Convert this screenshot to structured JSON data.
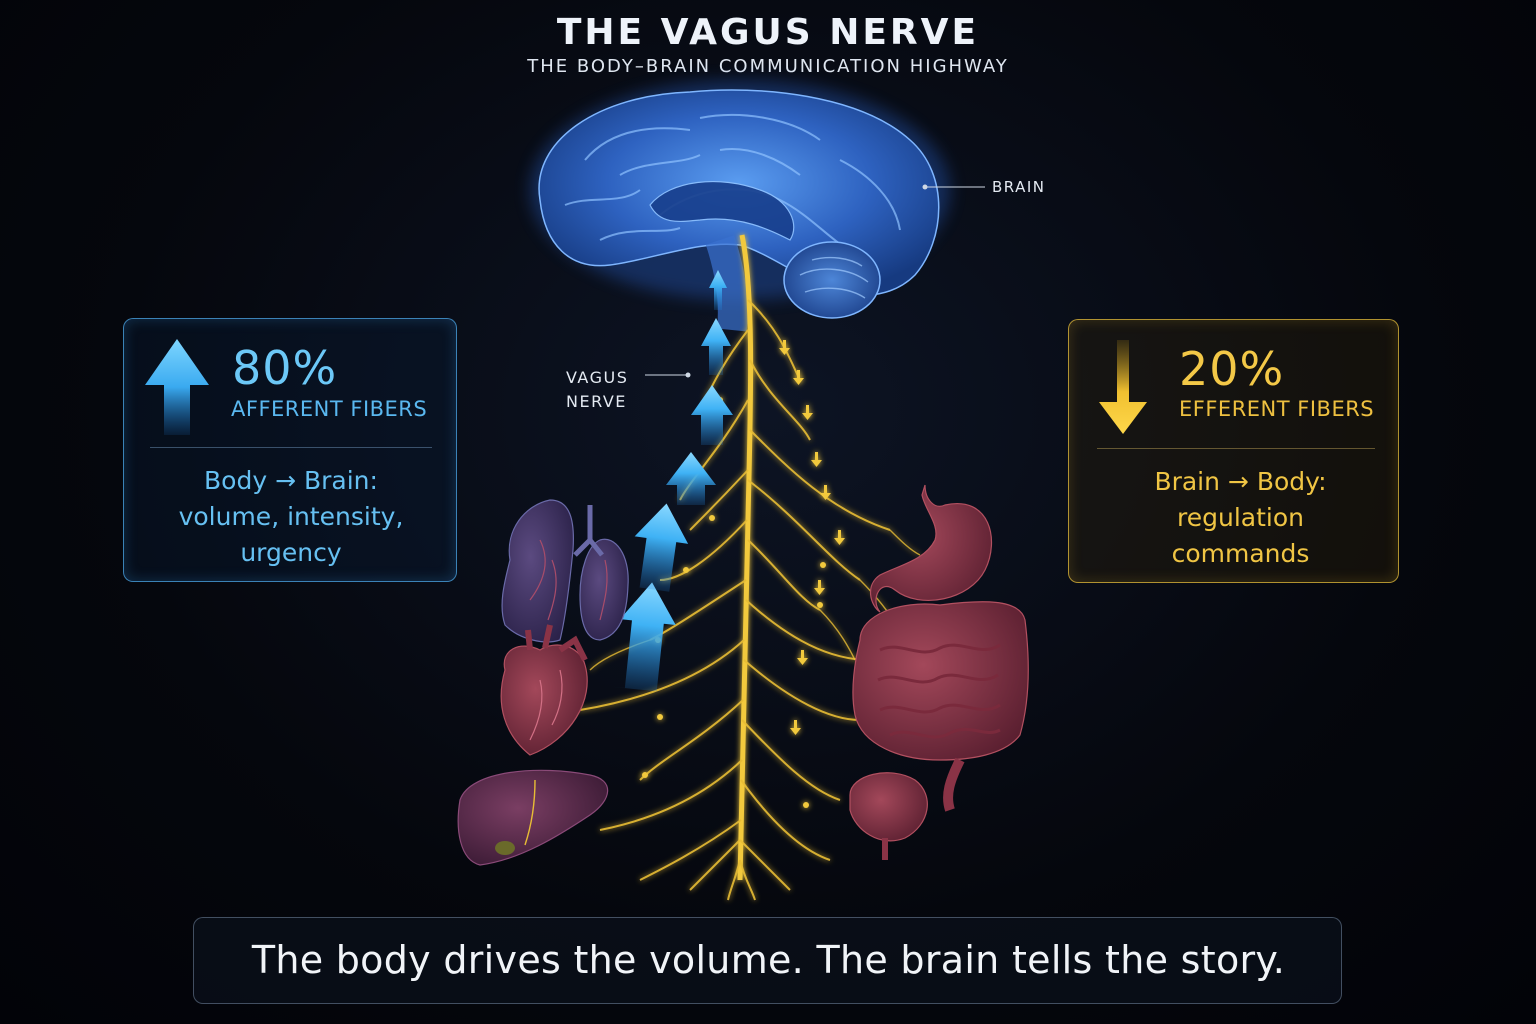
{
  "header": {
    "title": "THE VAGUS NERVE",
    "subtitle": "THE BODY–BRAIN COMMUNICATION HIGHWAY"
  },
  "labels": {
    "brain": "BRAIN",
    "vagus_line1": "VAGUS",
    "vagus_line2": "NERVE"
  },
  "afferent": {
    "percent": "80%",
    "title": "AFFERENT FIBERS",
    "desc_line1": "Body → Brain:",
    "desc_line2": "volume, intensity,",
    "desc_line3": "urgency",
    "color": "#5ab8f0",
    "icon": "arrow-up-icon",
    "share": 0.8
  },
  "efferent": {
    "percent": "20%",
    "title": "EFFERENT FIBERS",
    "desc_line1": "Brain → Body:",
    "desc_line2": "regulation",
    "desc_line3": "commands",
    "color": "#f0c544",
    "icon": "arrow-down-icon",
    "share": 0.2
  },
  "footer": {
    "text": "The body drives the volume. The brain tells the story."
  },
  "illustration": {
    "organs": [
      "brain-icon",
      "lungs-icon",
      "heart-icon",
      "liver-icon",
      "stomach-icon",
      "intestines-icon",
      "bladder-icon"
    ],
    "nerve_color": "#f2c93c",
    "brain_color": "#2f6fd0"
  }
}
